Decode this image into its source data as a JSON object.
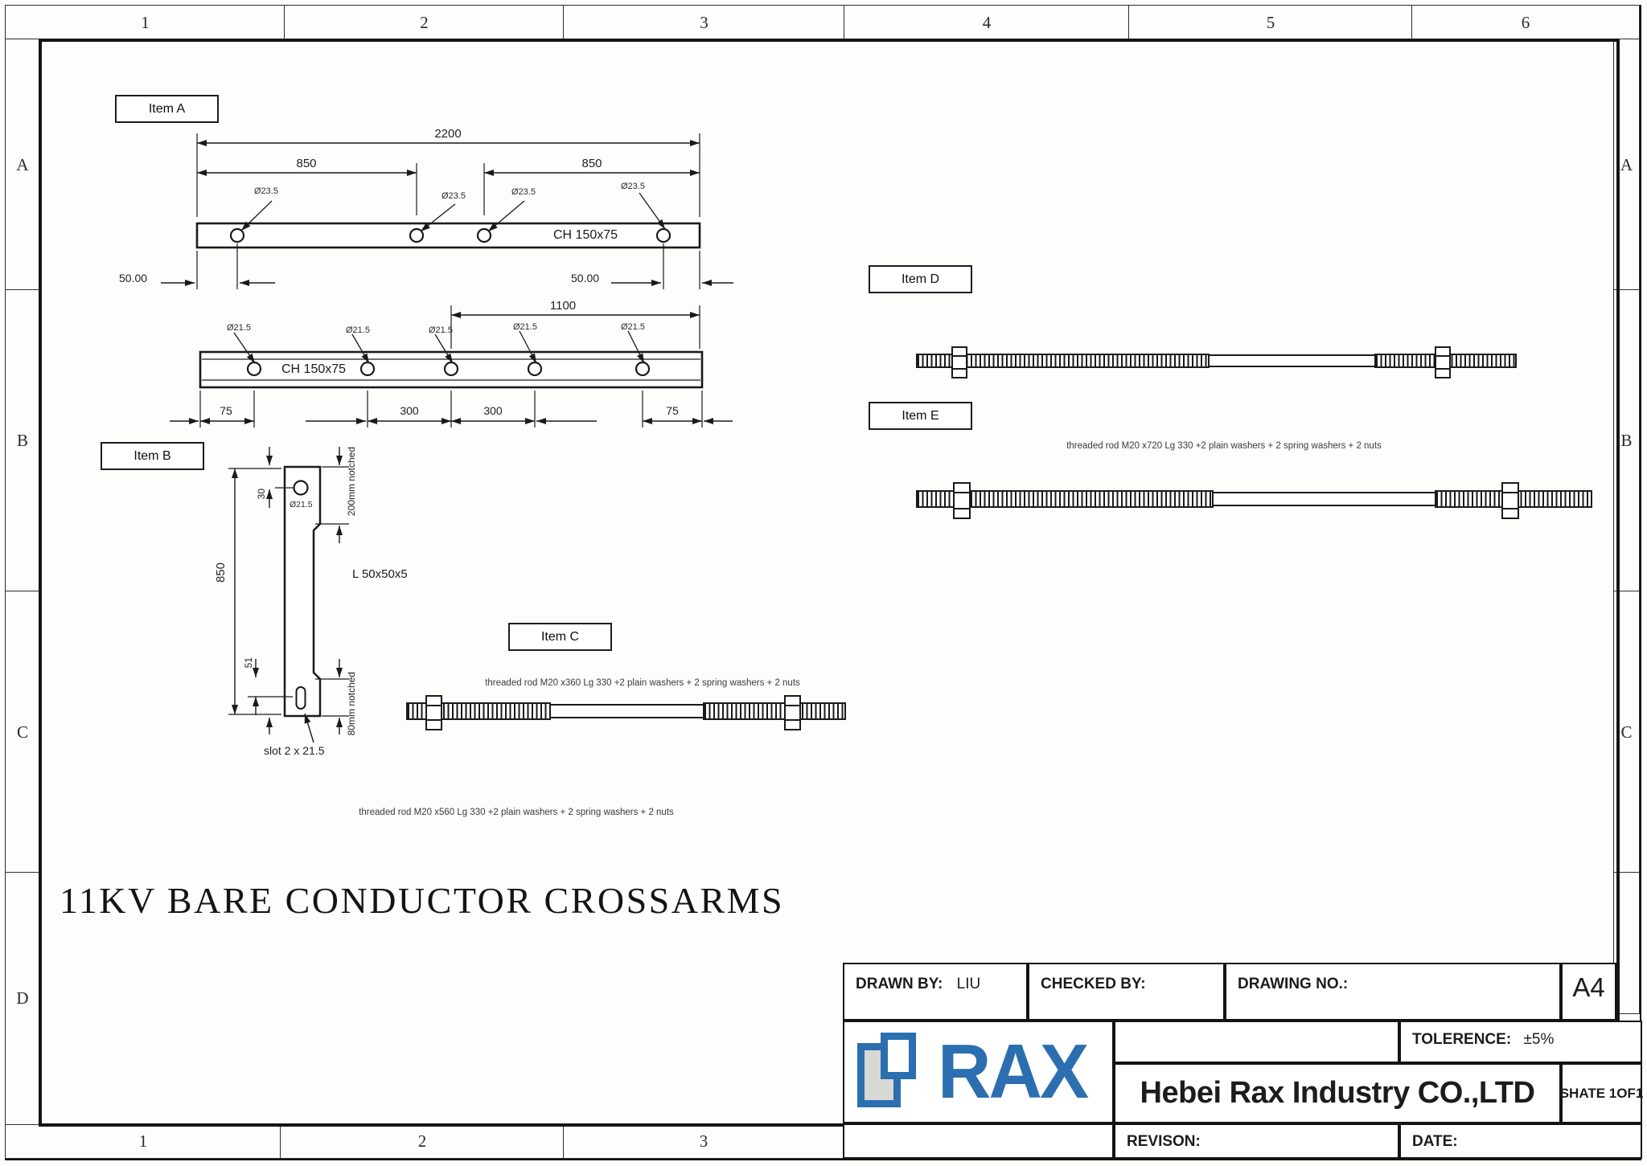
{
  "border": {
    "top_numbers": [
      "1",
      "2",
      "3",
      "4",
      "5",
      "6"
    ],
    "bottom_numbers": [
      "1",
      "2",
      "3"
    ],
    "left_letters": [
      "A",
      "B",
      "C",
      "D"
    ],
    "right_letters": [
      "A",
      "B",
      "C"
    ]
  },
  "item_labels": {
    "a": "Item A",
    "b": "Item B",
    "c": "Item C",
    "d": "Item D",
    "e": "Item E"
  },
  "main_title": "11KV BARE CONDUCTOR CROSSARMS",
  "beam_top_view": {
    "dim_total": "2200",
    "dim_left": "850",
    "dim_right": "850",
    "hole_labels": [
      "Ø23.5",
      "Ø23.5",
      "Ø23.5",
      "Ø23.5"
    ],
    "section_label": "CH 150x75",
    "dim_end_left": "50.00",
    "dim_end_right": "50.00"
  },
  "beam_bottom_view": {
    "dim_top": "1100",
    "hole_labels": [
      "Ø21.5",
      "Ø21.5",
      "Ø21.5",
      "Ø21.5",
      "Ø21.5"
    ],
    "section_label": "CH 150x75",
    "dims_bottom": [
      "75",
      "300",
      "300",
      "75"
    ]
  },
  "bracket_view": {
    "dim_height": "850",
    "dim_hole_offset": "30",
    "hole_label": "Ø21.5",
    "notch_top": "200mm notched",
    "notch_bottom": "80mm notched",
    "section_label": "L 50x50x5",
    "dim_slot": "51",
    "slot_label": "slot 2 x 21.5"
  },
  "notes": {
    "rod_c": "threaded rod M20 x360 Lg 330 +2 plain washers + 2 spring washers + 2 nuts",
    "rod_b": "threaded rod M20 x560 Lg 330 +2 plain washers + 2 spring washers + 2 nuts",
    "rod_e": "threaded rod M20 x720 Lg 330 +2 plain washers + 2 spring washers + 2 nuts"
  },
  "title_block": {
    "drawn_by_label": "DRAWN BY:",
    "drawn_by_value": "LIU",
    "checked_by_label": "CHECKED BY:",
    "drawing_no_label": "DRAWING NO.:",
    "paper_size": "A4",
    "tolerance_label": "TOLERENCE:",
    "tolerance_value": "±5%",
    "company_name": "Hebei Rax Industry CO.,LTD",
    "sheet_label": "SHATE 1OF1",
    "revision_label": "REVISON:",
    "date_label": "DATE:",
    "logo_text": "RAX",
    "logo_color": "#2b6fb0"
  }
}
